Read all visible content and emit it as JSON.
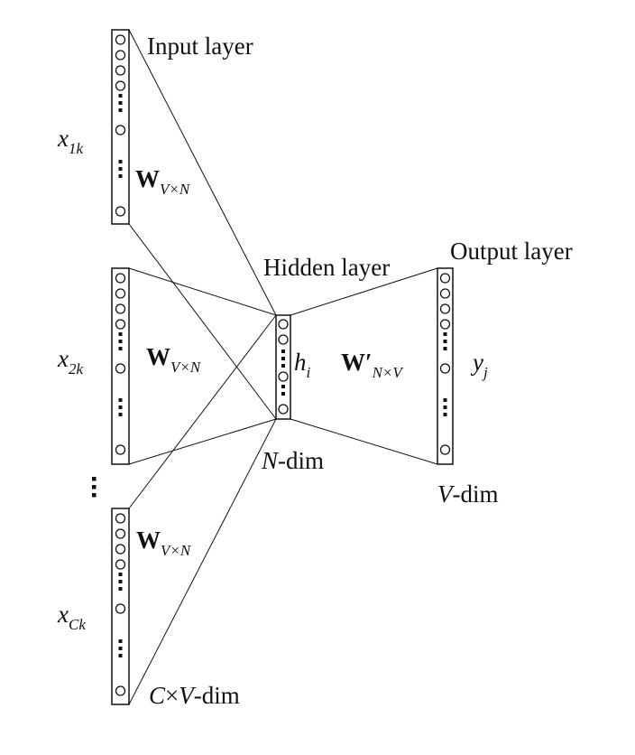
{
  "labels": {
    "input_layer": "Input layer",
    "hidden_layer": "Hidden layer",
    "output_layer": "Output layer",
    "x1k": {
      "main": "x",
      "sub": "1k"
    },
    "x2k": {
      "main": "x",
      "sub": "2k"
    },
    "xck": {
      "main": "x",
      "sub": "Ck"
    },
    "w_in": {
      "main": "W",
      "sub": "V×N"
    },
    "w_out": {
      "main": "W′",
      "sub": "N×V"
    },
    "h": {
      "main": "h",
      "sub": "i"
    },
    "y": {
      "main": "y",
      "sub": "j"
    },
    "n_dim": {
      "italic": "N",
      "rest": "-dim"
    },
    "v_dim": {
      "italic": "V",
      "rest": "-dim"
    },
    "cv_dim": {
      "italic1": "C",
      "times": "×",
      "italic2": "V",
      "rest": "-dim"
    }
  }
}
